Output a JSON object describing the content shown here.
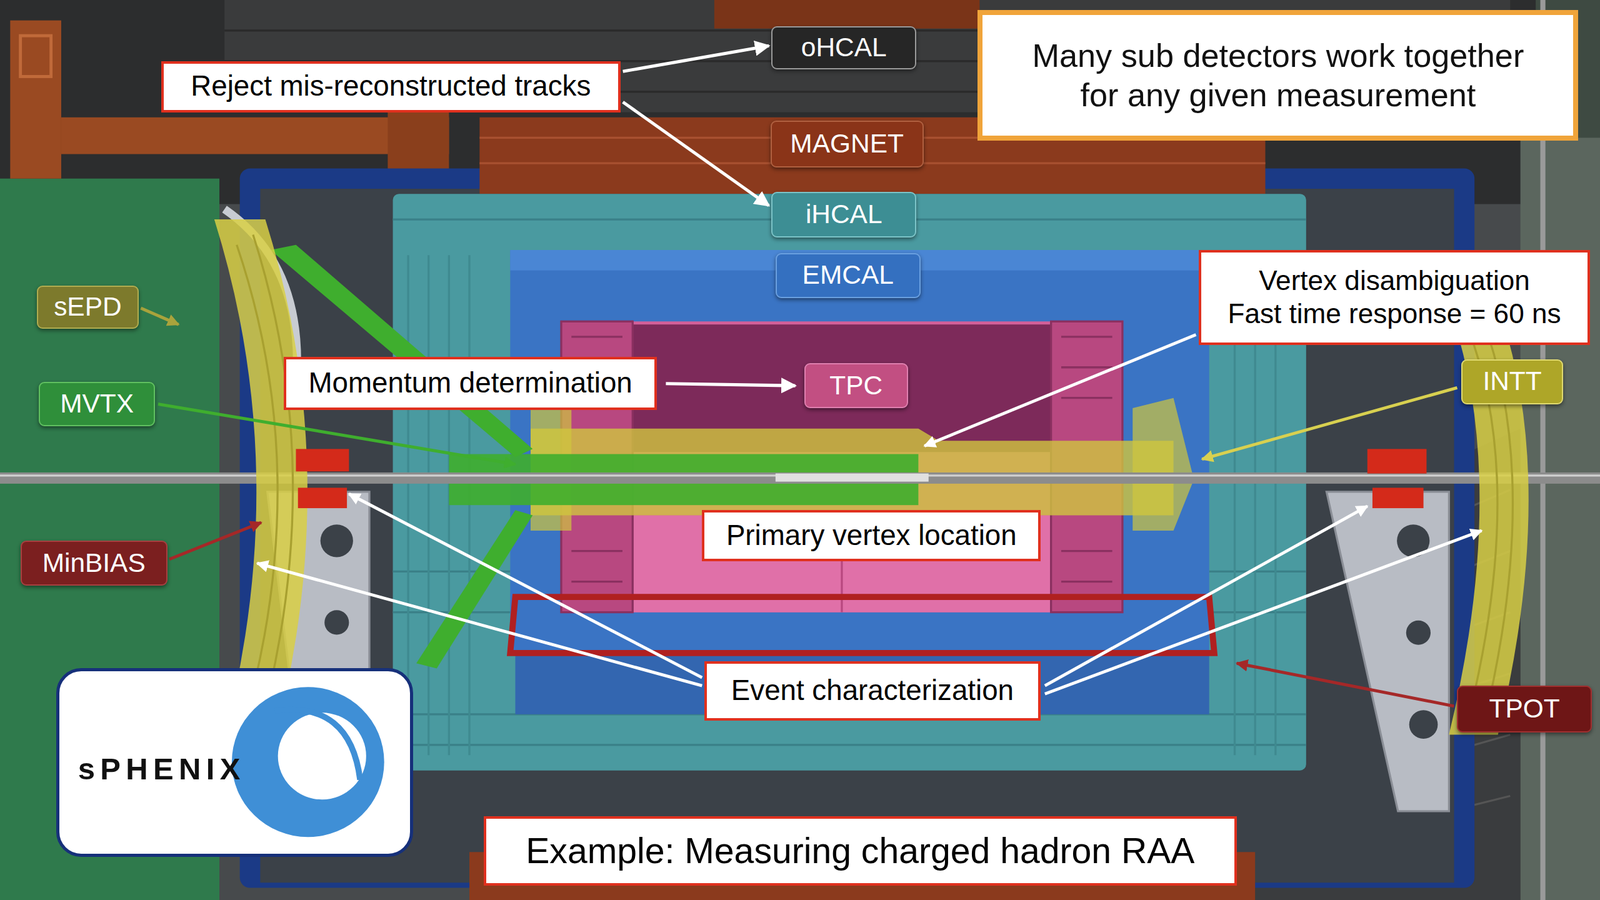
{
  "diagram": {
    "nodes": [
      {
        "text": [
          "oHCAL"
        ]
      },
      {
        "text": [
          "Many sub detectors work together for any given measurement"
        ]
      },
      {
        "text": [
          "Reject mis-reconstructed tracks"
        ]
      },
      {
        "text": [
          "MAGNET"
        ]
      },
      {
        "text": [
          "iHCAL"
        ]
      },
      {
        "text": [
          "EMCAL"
        ]
      },
      {
        "text": [
          "Vertex disambiguation",
          "Fast time response = 60 ns"
        ]
      },
      {
        "text": [
          "sEPD"
        ]
      },
      {
        "text": [
          "Momentum determination"
        ]
      },
      {
        "text": [
          "TPC"
        ]
      },
      {
        "text": [
          "INTT"
        ]
      },
      {
        "text": [
          "MVTX"
        ]
      },
      {
        "text": [
          "Primary vertex location"
        ]
      },
      {
        "text": [
          "MinBIAS"
        ]
      },
      {
        "text": [
          "Event characterization"
        ]
      },
      {
        "text": [
          "TPOT"
        ]
      },
      {
        "text": [
          "sPHENIX"
        ]
      },
      {
        "text": [
          "Example: Measuring charged hadron RAA"
        ]
      }
    ],
    "edges": [
      {
        "from": 2,
        "to": 0,
        "arrow": "to"
      },
      {
        "from": 2,
        "to": 4,
        "arrow": "to"
      },
      {
        "from": 8,
        "to": 9,
        "arrow": "to"
      }
    ]
  }
}
